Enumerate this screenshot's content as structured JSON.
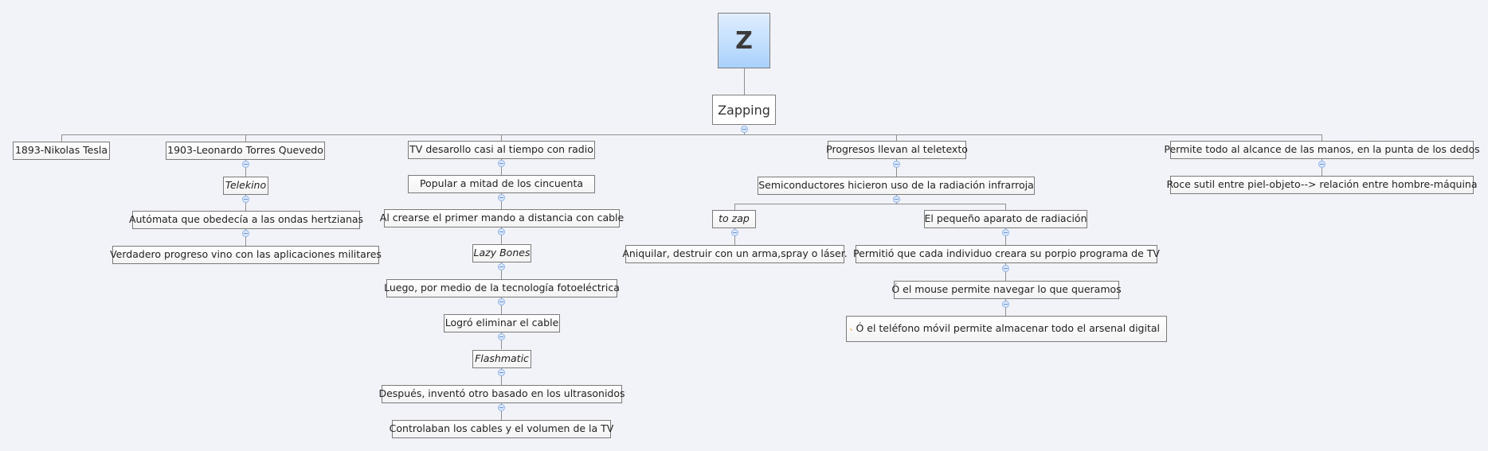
{
  "central_topic": {
    "image_letter": "Z",
    "title": "Zapping"
  },
  "branches": [
    {
      "label": "1893-Nikolas Tesla",
      "children": []
    },
    {
      "label": "1903-Leonardo Torres Quevedo",
      "chain": [
        {
          "label": "Telekino",
          "italic": true
        },
        {
          "label": "Autómata que obedecía a las ondas hertzianas"
        },
        {
          "label": "Verdadero progreso vino con las aplicaciones militares"
        }
      ]
    },
    {
      "label": "TV desarollo casi al tiempo con radio",
      "chain": [
        {
          "label": "Popular a mitad de los cincuenta"
        },
        {
          "label": "Al crearse el primer mando a distancia con cable"
        },
        {
          "label": "Lazy Bones",
          "italic": true
        },
        {
          "label": "Luego, por medio de la tecnología fotoeléctrica"
        },
        {
          "label": "Logró eliminar el cable"
        },
        {
          "label": "Flashmatic",
          "italic": true
        },
        {
          "label": "Después, inventó otro basado en los ultrasonidos"
        },
        {
          "label": "Controlaban los cables y el volumen de la TV"
        }
      ]
    },
    {
      "label": "Progresos llevan al teletexto",
      "chain": [
        {
          "label": "Semiconductores hicieron uso de la radiación infrarroja"
        }
      ],
      "split": [
        {
          "label": "to zap",
          "italic": true,
          "chain": [
            {
              "label": "Aniquilar, destruir con un arma,spray o láser."
            }
          ]
        },
        {
          "label": "El pequeño aparato de radiación",
          "chain": [
            {
              "label": "Permitió que cada individuo creara su porpio programa de TV"
            },
            {
              "label": "Ó el mouse permite navegar lo que queramos"
            },
            {
              "label": "Ó el teléfono móvil permite almacenar todo el arsenal digital",
              "icon": "phone-icon"
            }
          ]
        }
      ]
    },
    {
      "label": "Permite todo al alcance de las manos, en la punta de los dedos",
      "chain": [
        {
          "label": "Roce sutil entre piel-objeto--> relación entre hombre-máquina"
        }
      ]
    }
  ],
  "colors": {
    "background": "#f2f3f8",
    "node_border": "#7a7a7a",
    "connector": "#8f8f8f",
    "toggle_fill": "#dbe8fb",
    "root_gradient_top": "#e0eeff",
    "root_gradient_bottom": "#a9d1fb",
    "phone_icon": "#f39a1c"
  }
}
